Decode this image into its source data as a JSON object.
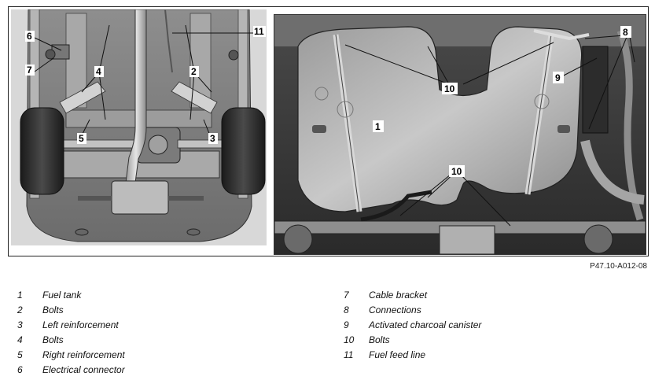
{
  "figure": {
    "code": "P47.10-A012-08",
    "left_callouts": [
      "6",
      "7",
      "4",
      "2",
      "5",
      "3",
      "11"
    ],
    "right_callouts": [
      "8",
      "9",
      "10",
      "1",
      "10"
    ]
  },
  "legend": {
    "left": [
      {
        "num": "1",
        "text": "Fuel tank"
      },
      {
        "num": "2",
        "text": "Bolts"
      },
      {
        "num": "3",
        "text": "Left reinforcement"
      },
      {
        "num": "4",
        "text": "Bolts"
      },
      {
        "num": "5",
        "text": "Right reinforcement"
      },
      {
        "num": "6",
        "text": "Electrical connector"
      }
    ],
    "right": [
      {
        "num": "7",
        "text": "Cable bracket"
      },
      {
        "num": "8",
        "text": "Connections"
      },
      {
        "num": "9",
        "text": "Activated charcoal canister"
      },
      {
        "num": "10",
        "text": "Bolts"
      },
      {
        "num": "11",
        "text": "Fuel feed line"
      }
    ]
  }
}
